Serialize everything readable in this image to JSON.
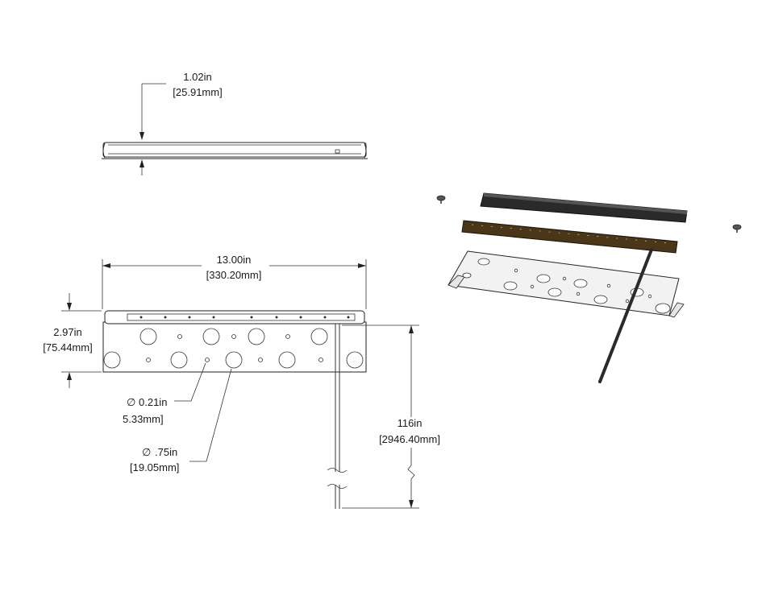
{
  "dimensions": {
    "height": {
      "in": "1.02in",
      "mm": "[25.91mm]"
    },
    "length": {
      "in": "13.00in",
      "mm": "[330.20mm]"
    },
    "width": {
      "in": "2.97in",
      "mm": "[75.44mm]"
    },
    "small_hole": {
      "in": "0.21in",
      "mm": "5.33mm]"
    },
    "large_hole": {
      "in": ".75in",
      "mm": "[19.05mm]"
    },
    "cable": {
      "in": "116in",
      "mm": "[2946.40mm]"
    }
  },
  "symbols": {
    "diameter": "∅"
  },
  "colors": {
    "lens": "#2a2a2a",
    "housing": "#4a3618",
    "plate": "#f2f2f2",
    "cable": "#2b2b2b"
  }
}
